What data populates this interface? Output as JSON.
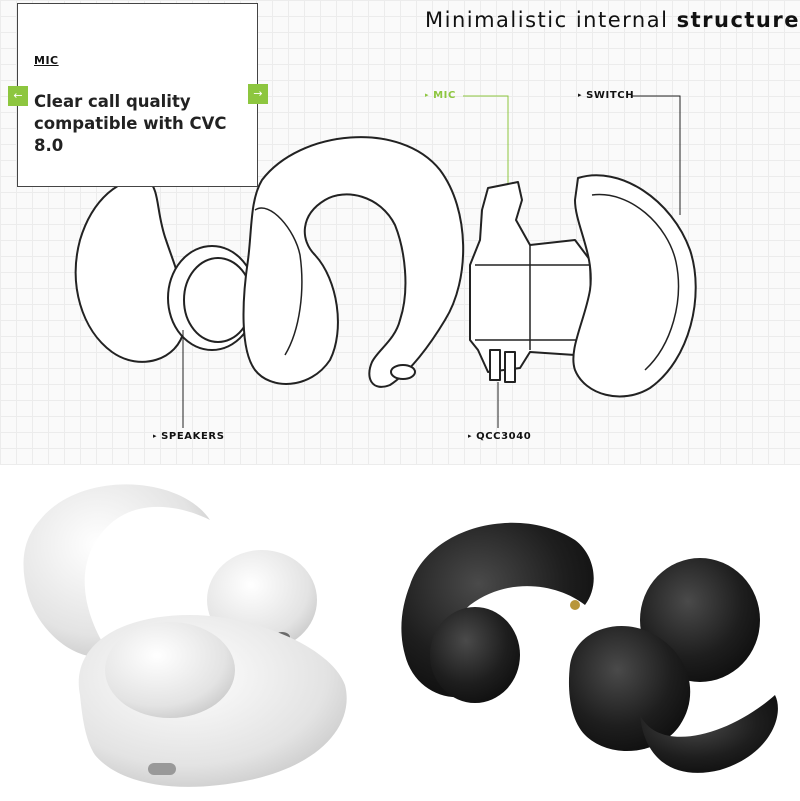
{
  "header": {
    "title_light": "Minimalistic internal",
    "title_bold": "structure"
  },
  "card": {
    "label": "MIC",
    "line1": "Clear call quality",
    "line2": "compatible with CVC 8.0",
    "prev_icon": "←",
    "next_icon": "→"
  },
  "callouts": {
    "mic": "MIC",
    "switch": "SWITCH",
    "speakers": "SPEAKERS",
    "chip": "QCC3040",
    "marker": "▸"
  },
  "colors": {
    "accent": "#8dc63f",
    "white_earbud": "#ececec",
    "black_earbud": "#1c1c1c"
  }
}
